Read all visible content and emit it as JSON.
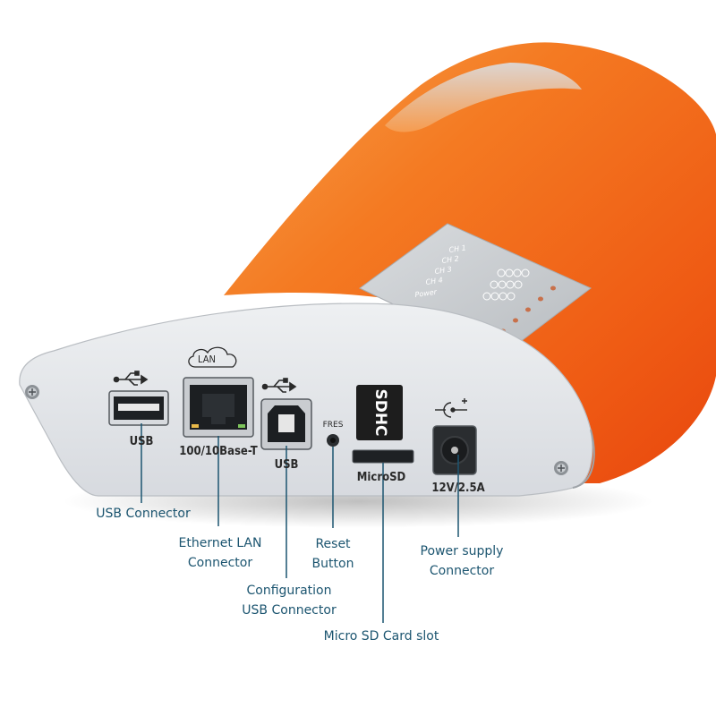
{
  "panel": {
    "lan_icon_label": "LAN",
    "fres_label": "FRES",
    "sd_logo_text": "SDHC",
    "usb_a_label": "USB",
    "lan_port_label": "100/10Base-T",
    "usb_b_label": "USB",
    "microsd_label": "MicroSD",
    "power_label": "12V/2.5A"
  },
  "led_panel": {
    "channels": [
      "CH 1",
      "CH 2",
      "CH 3",
      "CH 4",
      "Power"
    ]
  },
  "callouts": {
    "usb_connector": [
      "USB Connector"
    ],
    "ethernet": [
      "Ethernet LAN",
      "Connector"
    ],
    "reset": [
      "Reset",
      "Button"
    ],
    "power": [
      "Power supply",
      "Connector"
    ],
    "config_usb": [
      "Configuration",
      "USB Connector"
    ],
    "microsd_slot": [
      "Micro SD Card slot"
    ]
  },
  "colors": {
    "housing": "#f26a1b",
    "faceplate": "#e3e5e8",
    "callout_text": "#1c5570",
    "leader_line": "#1c5570"
  },
  "icons": [
    "usb-icon",
    "lan-cloud-icon",
    "dc-polarity-icon",
    "sdhc-logo-icon",
    "screw-icon"
  ]
}
